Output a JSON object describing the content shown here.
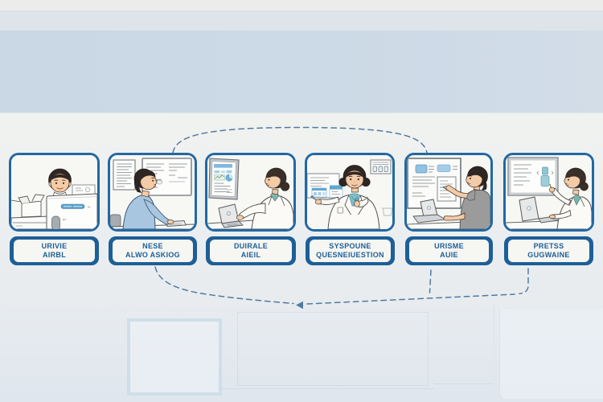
{
  "page": {
    "kind": "six-step clinic workflow illustration",
    "background": {
      "top_strip": "#ECECEA",
      "gray_band": "#DFE3EA",
      "blue_band": "#CCD9E6",
      "wall": "#F3F4F1",
      "floor": "#DFE6EE"
    }
  },
  "flow": {
    "panel_border_color": "#2268A2",
    "label_fill_color": "#1D5F97",
    "label_text_color": "#1D5F97",
    "connector_color": "#527AA1",
    "steps": [
      {
        "label_line1": "URIVIE",
        "label_line2": "AIRBL",
        "scene": "smiling man standing behind reception kiosk counter with labeled machine"
      },
      {
        "label_line1": "NESE",
        "label_line2": "ALWO ASKIOG",
        "scene": "man in blue shirt typing at a desk beneath two wall boards"
      },
      {
        "label_line1": "DUIRALE",
        "label_line2": "AIEIL",
        "scene": "clinician in white coat typing on laptop beside a results monitor"
      },
      {
        "label_line1": "SYSPOUNE",
        "label_line2": "QUESNEIUESTION",
        "scene": "clinician facing forward holding a small device and explaining"
      },
      {
        "label_line1": "URISME",
        "label_line2": "AUIE",
        "scene": "man in gray shirt pointing at a wall screen above a laptop"
      },
      {
        "label_line1": "PRETSS",
        "label_line2": "GUGWAINE",
        "scene": "clinician pointing at a specimen container diagram on a screen"
      }
    ]
  }
}
